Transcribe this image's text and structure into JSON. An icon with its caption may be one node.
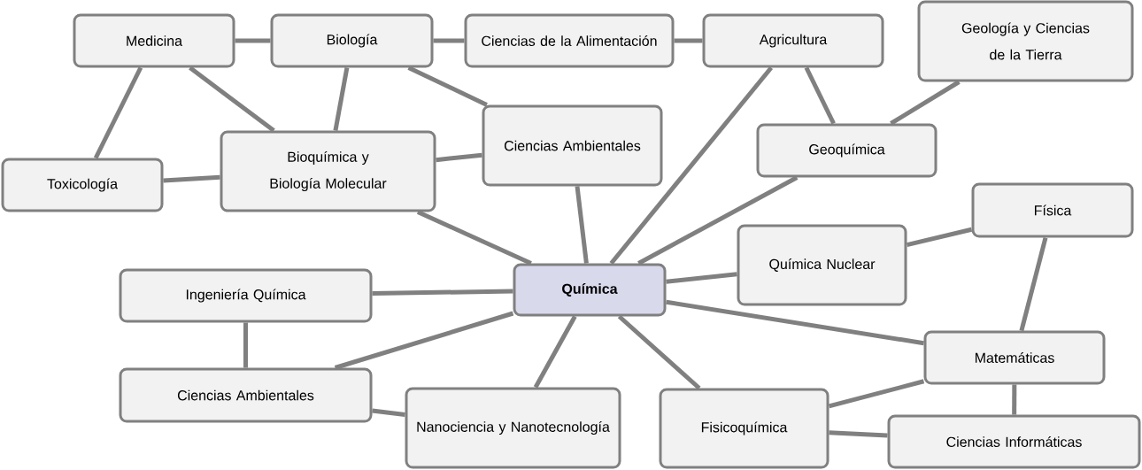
{
  "diagram": {
    "nodes": [
      {
        "text": [
          "Medicina"
        ]
      },
      {
        "text": [
          "Biología"
        ]
      },
      {
        "text": [
          "Ciencias de la Alimentación"
        ]
      },
      {
        "text": [
          "Agricultura"
        ]
      },
      {
        "text": [
          "Geología y Ciencias de la Tierra"
        ]
      },
      {
        "text": [
          "Toxicología"
        ]
      },
      {
        "text": [
          "Bioquímica y Biología Molecular"
        ]
      },
      {
        "text": [
          "Ciencias Ambientales"
        ]
      },
      {
        "text": [
          "Geoquímica"
        ]
      },
      {
        "text": [
          "Física"
        ]
      },
      {
        "text": [
          "Química Nuclear"
        ]
      },
      {
        "text": [
          "Química"
        ]
      },
      {
        "text": [
          "Ingeniería Química"
        ]
      },
      {
        "text": [
          "Ciencias Ambientales"
        ]
      },
      {
        "text": [
          "Nanociencia y Nanotecnología"
        ]
      },
      {
        "text": [
          "Matemáticas"
        ]
      },
      {
        "text": [
          "Fisicoquímica"
        ]
      },
      {
        "text": [
          "Ciencias Informáticas"
        ]
      }
    ],
    "edges": [
      {
        "from": 0,
        "to": 1,
        "arrow": "none"
      },
      {
        "from": 1,
        "to": 2,
        "arrow": "none"
      },
      {
        "from": 2,
        "to": 3,
        "arrow": "none"
      },
      {
        "from": 0,
        "to": 5,
        "arrow": "none"
      },
      {
        "from": 0,
        "to": 6,
        "arrow": "none"
      },
      {
        "from": 1,
        "to": 6,
        "arrow": "none"
      },
      {
        "from": 1,
        "to": 7,
        "arrow": "none"
      },
      {
        "from": 5,
        "to": 6,
        "arrow": "none"
      },
      {
        "from": 6,
        "to": 7,
        "arrow": "none"
      },
      {
        "from": 6,
        "to": 11,
        "arrow": "none"
      },
      {
        "from": 7,
        "to": 11,
        "arrow": "none"
      },
      {
        "from": 3,
        "to": 11,
        "arrow": "none"
      },
      {
        "from": 3,
        "to": 8,
        "arrow": "none"
      },
      {
        "from": 8,
        "to": 4,
        "arrow": "none"
      },
      {
        "from": 8,
        "to": 11,
        "arrow": "none"
      },
      {
        "from": 11,
        "to": 10,
        "arrow": "none"
      },
      {
        "from": 10,
        "to": 9,
        "arrow": "none"
      },
      {
        "from": 9,
        "to": 15,
        "arrow": "none"
      },
      {
        "from": 11,
        "to": 15,
        "arrow": "none"
      },
      {
        "from": 11,
        "to": 12,
        "arrow": "none"
      },
      {
        "from": 12,
        "to": 13,
        "arrow": "none"
      },
      {
        "from": 11,
        "to": 13,
        "arrow": "none"
      },
      {
        "from": 13,
        "to": 14,
        "arrow": "none"
      },
      {
        "from": 11,
        "to": 14,
        "arrow": "none"
      },
      {
        "from": 11,
        "to": 16,
        "arrow": "none"
      },
      {
        "from": 16,
        "to": 15,
        "arrow": "none"
      },
      {
        "from": 16,
        "to": 17,
        "arrow": "none"
      },
      {
        "from": 15,
        "to": 17,
        "arrow": "none"
      }
    ]
  }
}
